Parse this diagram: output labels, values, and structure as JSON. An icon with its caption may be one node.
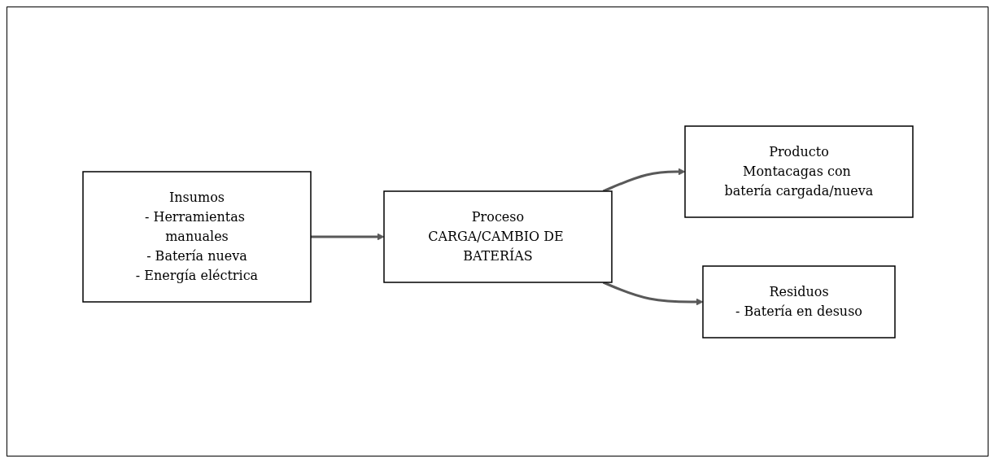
{
  "diagram": {
    "nodes": [
      {
        "text": [
          "Insumos",
          "- Herramientas manuales",
          "- Batería nueva",
          "- Energía eléctrica"
        ]
      },
      {
        "text": [
          "Proceso",
          "CARGA/CAMBIO DE BATERÍAS"
        ]
      },
      {
        "text": [
          "Producto",
          "Montacagas con batería cargada/nueva"
        ]
      },
      {
        "text": [
          "Residuos",
          "- Batería en desuso"
        ]
      }
    ],
    "edges": [
      {
        "from": 0,
        "to": 1,
        "arrow": "to"
      },
      {
        "from": 1,
        "to": 2,
        "arrow": "to"
      },
      {
        "from": 1,
        "to": 3,
        "arrow": "to"
      }
    ]
  }
}
